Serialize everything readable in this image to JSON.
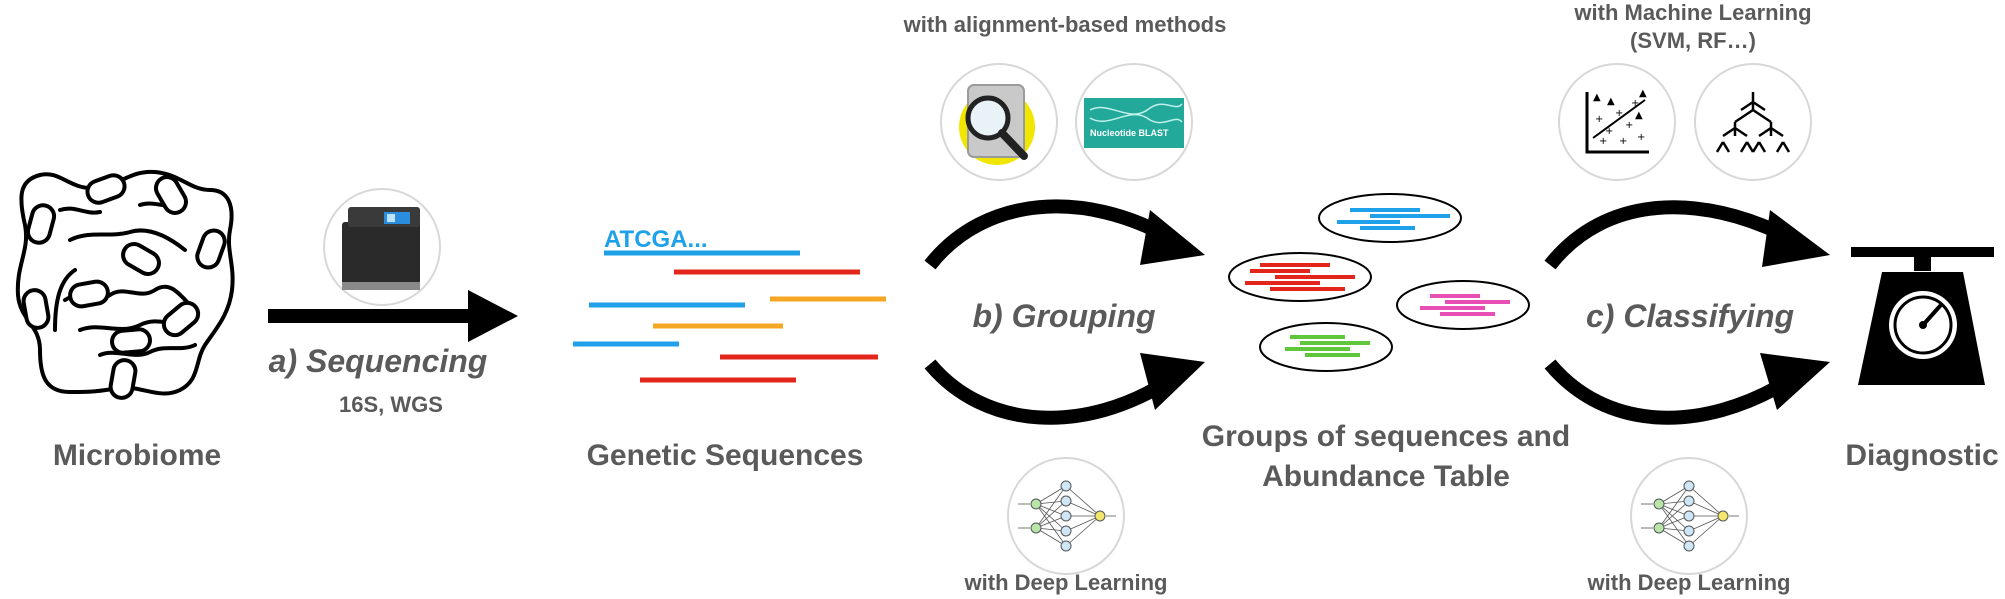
{
  "stages": {
    "microbiome": "Microbiome",
    "genetic_sequences": "Genetic Sequences",
    "groups_line1": "Groups of sequences and",
    "groups_line2": "Abundance Table",
    "diagnostic": "Diagnostic"
  },
  "steps": {
    "sequencing": "a) Sequencing",
    "sequencing_sub": "16S, WGS",
    "grouping": "b) Grouping",
    "classifying": "c) Classifying"
  },
  "methods": {
    "alignment": "with alignment-based methods",
    "deep_learning_grouping": "with Deep Learning",
    "ml_line1": "with Machine Learning",
    "ml_line2": "(SVM, RF…)",
    "deep_learning_classifying": "with Deep Learning"
  },
  "sequence_start": "ATCGA...",
  "blast_label": "Nucleotide BLAST",
  "colors": {
    "text": "#5a5a5a",
    "blue": "#1ea1e8",
    "red": "#e3261c",
    "orange": "#f5a623",
    "pink": "#e84fb4",
    "green": "#5ec83a",
    "arrow": "#000000"
  },
  "icons": [
    "gut-icon",
    "sequencer-icon",
    "database-search-icon",
    "blast-icon",
    "neural-network-icon",
    "scatter-regression-icon",
    "decision-tree-icon",
    "scale-icon"
  ]
}
